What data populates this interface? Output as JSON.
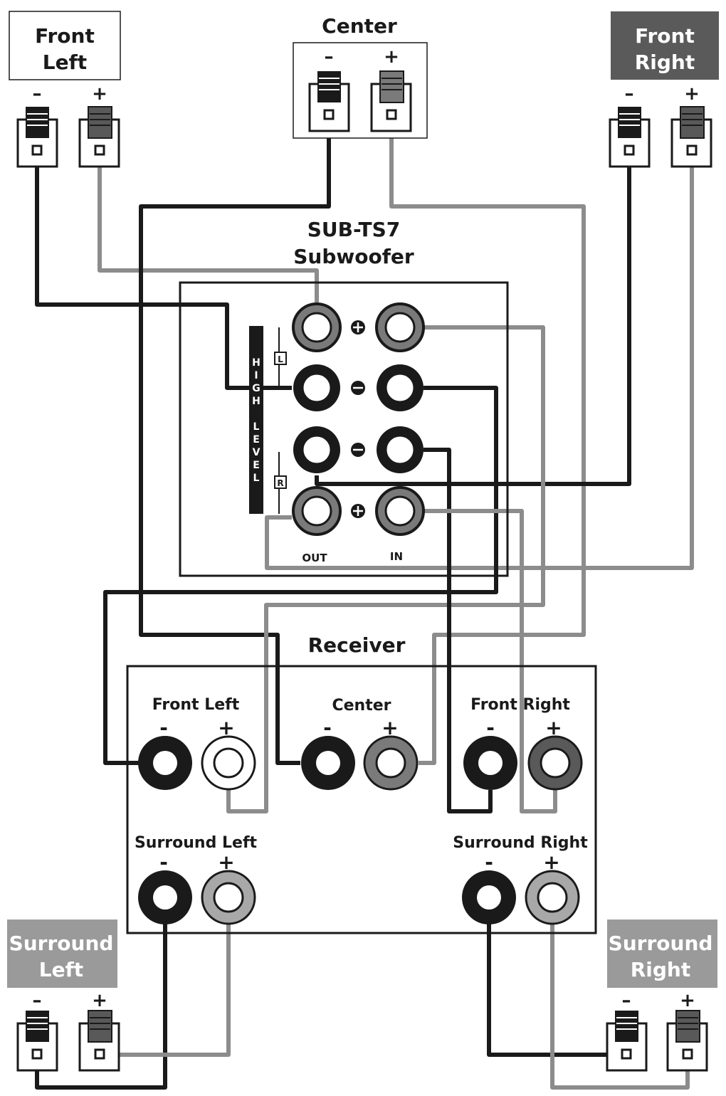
{
  "colors": {
    "black_wire": "#1a1a1a",
    "gray_wire": "#8c8c8c",
    "dark_box": "#5a5a5a",
    "light_box": "#9a9a9a",
    "terminal_dark_gray": "#595959",
    "terminal_mid_gray": "#7a7a7a",
    "terminal_light_gray": "#a8a8a8"
  },
  "speakers": {
    "front_left": {
      "line1": "Front",
      "line2": "Left",
      "minus": "–",
      "plus": "+"
    },
    "center": {
      "title": "Center",
      "minus": "–",
      "plus": "+"
    },
    "front_right": {
      "line1": "Front",
      "line2": "Right",
      "minus": "–",
      "plus": "+"
    },
    "surround_left": {
      "line1": "Surround",
      "line2": "Left",
      "minus": "–",
      "plus": "+"
    },
    "surround_right": {
      "line1": "Surround",
      "line2": "Right",
      "minus": "–",
      "plus": "+"
    }
  },
  "subwoofer": {
    "model": "SUB-TS7",
    "name": "Subwoofer",
    "high_level_label": "HIGH LEVEL",
    "high_letters": [
      "H",
      "I",
      "G",
      "H"
    ],
    "level_letters": [
      "L",
      "E",
      "V",
      "E",
      "L"
    ],
    "left_tag": "L",
    "right_tag": "R",
    "out_label": "OUT",
    "in_label": "IN",
    "plus_symbol": "⊕",
    "minus_symbol": "⊖"
  },
  "receiver": {
    "title": "Receiver",
    "front_left": "Front Left",
    "center": "Center",
    "front_right": "Front Right",
    "surround_left": "Surround Left",
    "surround_right": "Surround Right",
    "minus": "-",
    "plus": "+"
  }
}
